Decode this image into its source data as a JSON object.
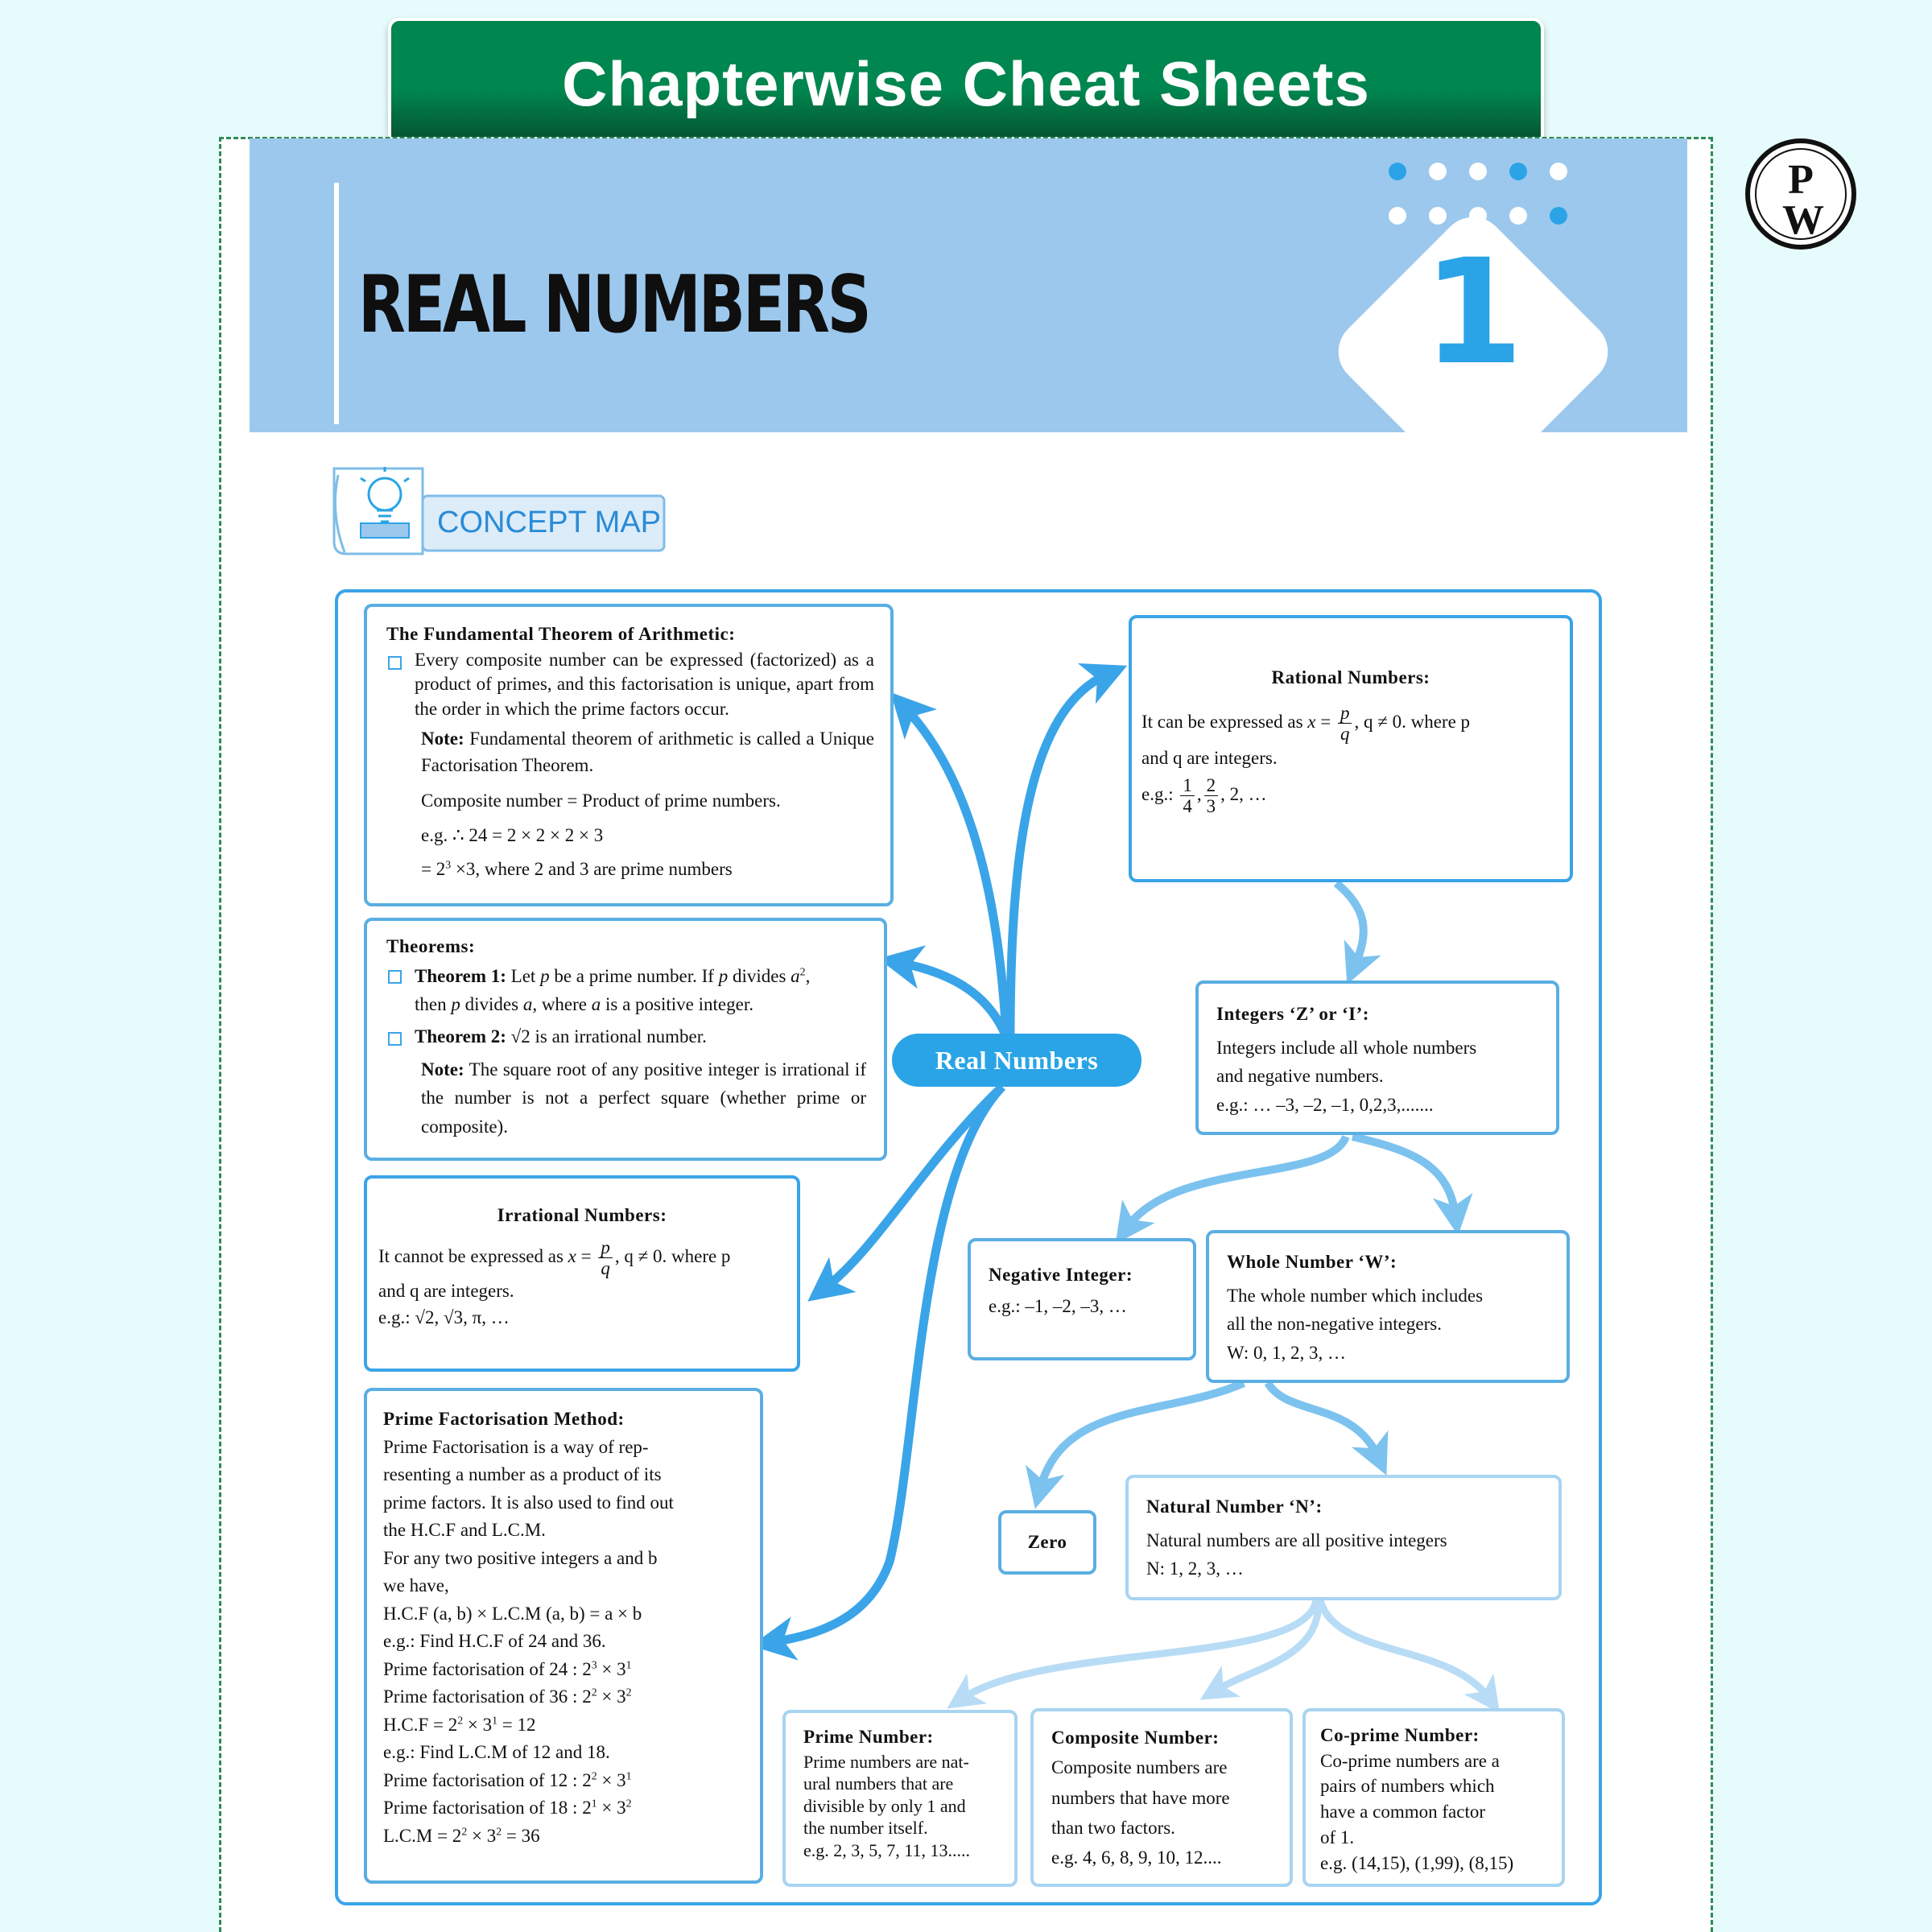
{
  "banner": {
    "title": "Chapterwise Cheat Sheets"
  },
  "chapter": {
    "title": "REAL NUMBERS",
    "number": "1"
  },
  "logo": {
    "letters": "PW"
  },
  "concept_map": {
    "label": "CONCEPT MAP",
    "hub": "Real Numbers"
  },
  "colors": {
    "banner_green": "#00864f",
    "header_blue": "#9dc8ed",
    "accent_blue": "#2aa4e6",
    "box_border": "#5aaee3"
  },
  "fta": {
    "heading": "The Fundamental Theorem of Arithmetic:",
    "bullet": "Every composite number can be expressed (factorized) as a product of primes, and this factorisation is unique, apart from the order in which the prime factors occur.",
    "note_label": "Note:",
    "note_text": " Fundamental theorem of arithmetic is called a Unique Factorisation Theorem.",
    "composite": "Composite number = Product of prime numbers.",
    "example": "e.g. ∴ 24 = 2 × 2 × 2 × 3",
    "result_pre": "= 2",
    "result_sup": "3",
    "result_post": " ×3, where 2 and 3 are prime numbers"
  },
  "theorems": {
    "heading": "Theorems:",
    "t1_label": "Theorem 1:",
    "t1_a": " Let ",
    "t1_p": "p",
    "t1_b": " be a prime number. If ",
    "t1_p2": "p",
    "t1_c": " divides ",
    "t1_a2": "a",
    "t1_sup": "2",
    "t1_d": ",",
    "t1_line2_a": "then ",
    "t1_line2_p": "p",
    "t1_line2_b": " divides ",
    "t1_line2_a2": "a",
    "t1_line2_c": ", where ",
    "t1_line2_a3": "a",
    "t1_line2_d": " is a positive integer.",
    "t2_label": "Theorem 2:",
    "t2_sqrt": "√2",
    "t2_text": " is an irrational number.",
    "note_label": "Note:",
    "note_text": " The square root of any positive integer is irrational if the number is not a perfect square (whether prime or composite)."
  },
  "irrational": {
    "heading": "Irrational Numbers:",
    "line1_pre": "It cannot be expressed as ",
    "x": "x",
    "eq": " = ",
    "num": "p",
    "den": "q",
    "line1_post": ", q ≠ 0. where p",
    "line2": "and q are integers.",
    "example": "e.g.: √2, √3, π, …"
  },
  "prime_fact": {
    "heading": "Prime Factorisation Method:",
    "lines": [
      "Prime Factorisation is a way of rep-",
      "resenting a number as a product of its",
      "prime factors. It is also used to find out",
      "the H.C.F and L.C.M.",
      "For any two positive integers a and b",
      "we have,",
      "H.C.F (a, b) × L.C.M (a, b) = a × b",
      "e.g.: Find H.C.F of 24 and 36."
    ],
    "f24_pre": "Prime factorisation of 24 : 2",
    "f24_s1": "3",
    "f24_mid": " × 3",
    "f24_s2": "1",
    "f36_pre": "Prime factorisation of 36 : 2",
    "f36_s1": "2",
    "f36_mid": " × 3",
    "f36_s2": "2",
    "hcf_pre": "H.C.F = 2",
    "hcf_s1": "2",
    "hcf_mid": " × 3",
    "hcf_s2": "1",
    "hcf_post": " = 12",
    "lcm_q": "e.g.: Find L.C.M of 12 and 18.",
    "f12_pre": "Prime factorisation of 12 : 2",
    "f12_s1": "2",
    "f12_mid": " × 3",
    "f12_s2": "1",
    "f18_pre": "Prime factorisation of 18 : 2",
    "f18_s1": "1",
    "f18_mid": " × 3",
    "f18_s2": "2",
    "lcm_pre": "L.C.M = 2",
    "lcm_s1": "2",
    "lcm_mid": " × 3",
    "lcm_s2": "2",
    "lcm_post": " = 36"
  },
  "rational": {
    "heading": "Rational Numbers:",
    "line1_pre": "It can be expressed as ",
    "x": "x",
    "eq": " = ",
    "num": "p",
    "den": "q",
    "line1_post": ", q ≠ 0. where p",
    "line2": "and q are integers.",
    "eg": "e.g.:",
    "f1n": "1",
    "f1d": "4",
    "f2n": "2",
    "f2d": "3",
    "tail": ", 2, …"
  },
  "integers": {
    "heading": "Integers ‘Z’ or ‘I’:",
    "line1": "Integers include all whole numbers",
    "line2": "and negative numbers.",
    "example": "e.g.: … –3, –2, –1, 0,2,3,......."
  },
  "negative": {
    "heading": "Negative Integer:",
    "example": "e.g.: –1, –2, –3, …"
  },
  "whole": {
    "heading": "Whole Number ‘W’:",
    "line1": "The whole number which includes",
    "line2": "all the non-negative integers.",
    "example": "W: 0, 1, 2, 3, …"
  },
  "zero": {
    "heading": "Zero"
  },
  "natural": {
    "heading": "Natural Number ‘N’:",
    "line1": "Natural numbers are all positive integers",
    "example": "N: 1, 2, 3, …"
  },
  "prime": {
    "heading": "Prime Number:",
    "lines": [
      "Prime numbers are nat-",
      "ural numbers that are",
      "divisible by only 1 and",
      "the number itself.",
      "e.g. 2, 3, 5, 7, 11, 13....."
    ]
  },
  "composite": {
    "heading": "Composite Number:",
    "lines": [
      "Composite numbers are",
      "numbers that have more",
      "than two factors.",
      "e.g. 4, 6, 8, 9, 10, 12...."
    ]
  },
  "coprime": {
    "heading": "Co-prime Number:",
    "lines": [
      "Co-prime numbers are a",
      "pairs of numbers which",
      "have a common factor",
      "of 1.",
      "e.g. (14,15), (1,99), (8,15)"
    ]
  }
}
